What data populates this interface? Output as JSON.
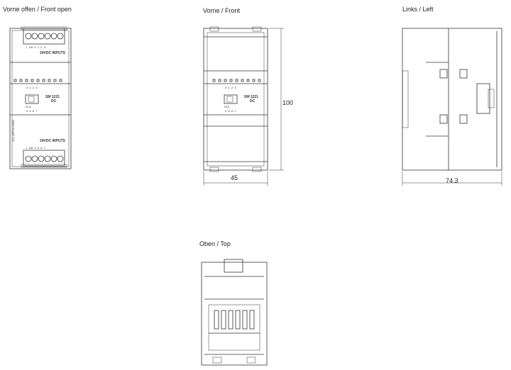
{
  "views": {
    "front_open": "Vorne offen / Front open",
    "front": "Vorne / Front",
    "left": "Links / Left",
    "top": "Oben / Top"
  },
  "dimensions": {
    "height": "100",
    "width_front": "45",
    "depth_left": "74.3"
  },
  "module": {
    "name": "SM 1221",
    "type": "DC",
    "top_terminal_label": "24VDC INPUTS",
    "bottom_terminal_label": "24VDC INPUTS",
    "part_number": "221-1BF32-0XB0",
    "channel_row_a": ".0 .1 .2 .3",
    "channel_row_b": ".4 .5 .6 .7",
    "group_label": "DI a",
    "group_label_b": "DI b"
  }
}
